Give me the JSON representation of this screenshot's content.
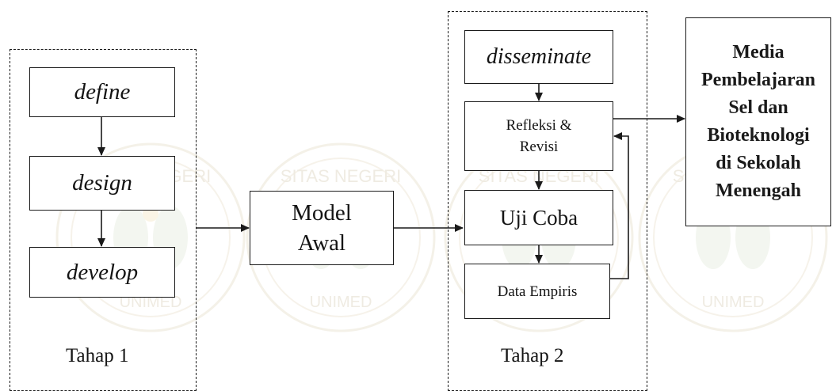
{
  "stage1": {
    "steps": [
      "define",
      "design",
      "develop"
    ],
    "label": "Tahap 1"
  },
  "model": {
    "line1": "Model",
    "line2": "Awal"
  },
  "stage2": {
    "top": "disseminate",
    "reflect": {
      "line1": "Refleksi &",
      "line2": "Revisi"
    },
    "trial": "Uji Coba",
    "data": "Data Empiris",
    "label": "Tahap 2"
  },
  "output": {
    "lines": [
      "Media",
      "Pembelajaran",
      "Sel dan",
      "Bioteknologi",
      "di Sekolah",
      "Menengah"
    ]
  },
  "watermark": {
    "top_text": "SITAS NEGERI",
    "bottom_text": "UNIMED",
    "color": "#e8e2cf",
    "accent": "#f3e7c2"
  }
}
